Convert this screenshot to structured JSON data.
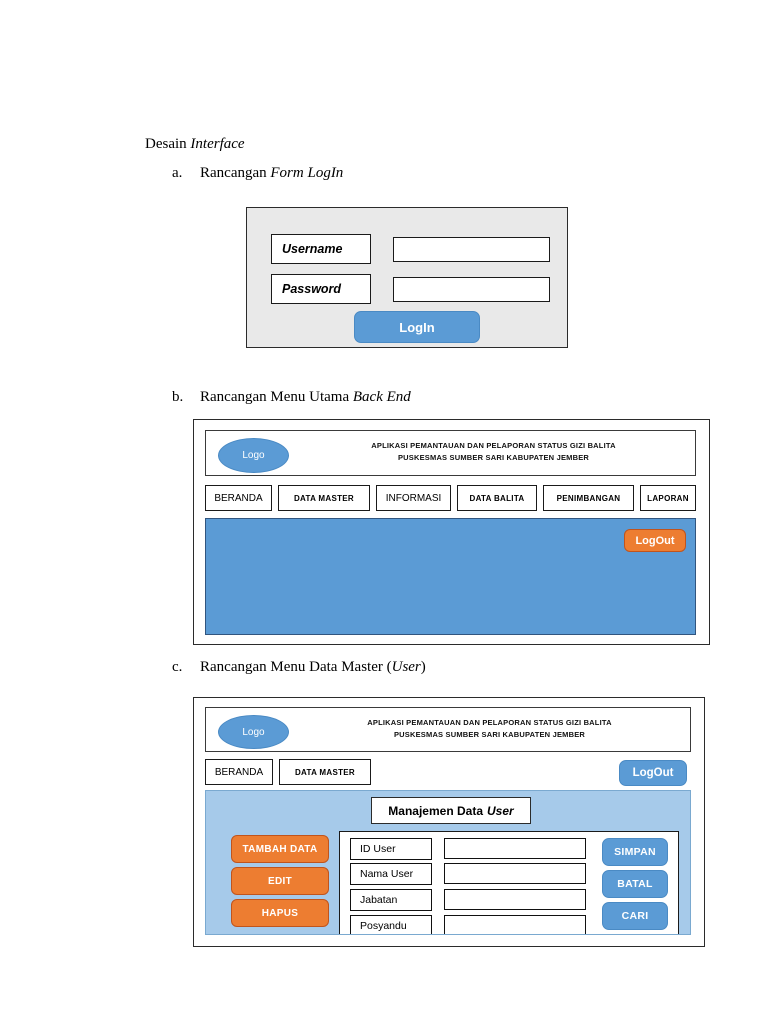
{
  "document": {
    "heading_plain": "Desain ",
    "heading_italic": "Interface",
    "items": [
      {
        "marker": "a.",
        "plain": "Rancangan ",
        "italic": "Form LogIn",
        "tail": ""
      },
      {
        "marker": "b.",
        "plain": "Rancangan Menu Utama ",
        "italic": "Back End",
        "tail": ""
      },
      {
        "marker": "c.",
        "plain": "Rancangan Menu Data Master (",
        "italic": "User",
        "tail": ")"
      }
    ]
  },
  "colors": {
    "accent_blue": "#5B9BD5",
    "light_blue_panel": "#A6CAEA",
    "accent_orange": "#ED7D31",
    "form_gray": "#E9E9E9"
  },
  "login_form": {
    "username_label": "Username",
    "password_label": "Password",
    "username_value": "",
    "password_value": "",
    "username_placeholder": "",
    "password_placeholder": "",
    "submit_label": "LogIn"
  },
  "backend_menu": {
    "logo_label": "Logo",
    "title_line1": "APLIKASI PEMANTAUAN DAN PELAPORAN STATUS GIZI BALITA",
    "title_line2": "PUSKESMAS SUMBER SARI KABUPATEN JEMBER",
    "tabs": [
      {
        "label": "BERANDA",
        "style": "plain"
      },
      {
        "label": "DATA MASTER",
        "style": "bold"
      },
      {
        "label": "INFORMASI",
        "style": "plain"
      },
      {
        "label": "DATA BALITA",
        "style": "bold"
      },
      {
        "label": "PENIMBANGAN",
        "style": "bold"
      },
      {
        "label": "LAPORAN",
        "style": "bold"
      }
    ],
    "logout_label": "LogOut"
  },
  "data_master": {
    "logo_label": "Logo",
    "title_line1": "APLIKASI PEMANTAUAN DAN PELAPORAN STATUS GIZI BALITA",
    "title_line2": "PUSKESMAS SUMBER SARI KABUPATEN JEMBER",
    "tabs": [
      {
        "label": "BERANDA",
        "style": "plain"
      },
      {
        "label": "DATA MASTER",
        "style": "bold"
      }
    ],
    "logout_label": "LogOut",
    "panel_title_plain": "Manajemen Data",
    "panel_title_italic": "User",
    "left_actions": [
      {
        "label": "TAMBAH DATA"
      },
      {
        "label": "EDIT"
      },
      {
        "label": "HAPUS"
      }
    ],
    "fields": [
      {
        "label": "ID User",
        "value": "",
        "placeholder": ""
      },
      {
        "label": "Nama User",
        "value": "",
        "placeholder": ""
      },
      {
        "label": "Jabatan",
        "value": "",
        "placeholder": ""
      },
      {
        "label": "Posyandu",
        "value": "",
        "placeholder": ""
      }
    ],
    "right_actions": [
      {
        "label": "SIMPAN"
      },
      {
        "label": "BATAL"
      },
      {
        "label": "CARI"
      }
    ]
  }
}
